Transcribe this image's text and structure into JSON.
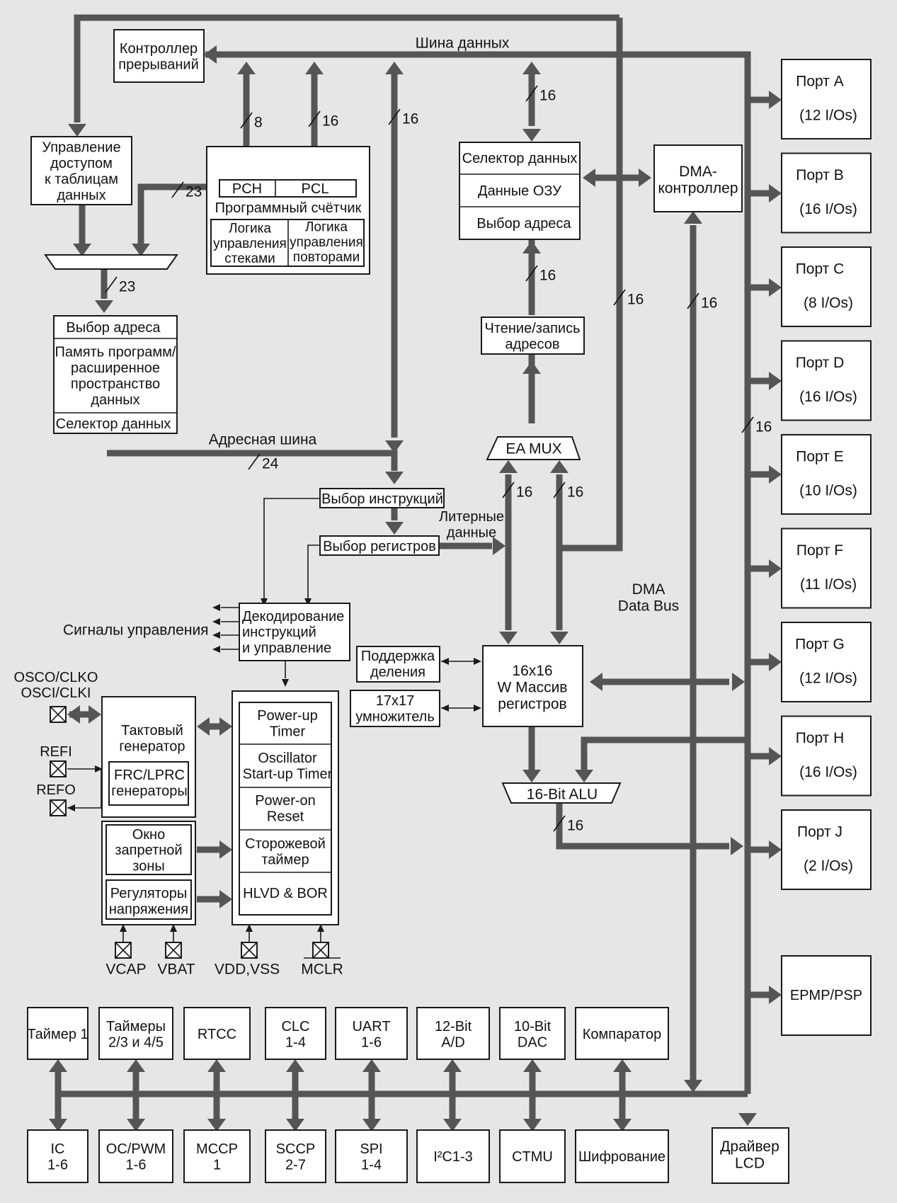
{
  "buses": {
    "data_bus": "Шина данных",
    "address_bus": "Адресная шина",
    "literal_data": [
      "Литерные",
      "данные"
    ],
    "dma_bus": [
      "DMA",
      "Data Bus"
    ],
    "control_signals": "Сигналы управления"
  },
  "widths": {
    "w8": "8",
    "w16": "16",
    "w23": "23",
    "w24": "24"
  },
  "blocks": {
    "interrupt_controller": [
      "Контроллер",
      "прерываний"
    ],
    "table_access": [
      "Управление",
      "доступом",
      "к таблицам",
      "данных"
    ],
    "pch": "PCH",
    "pcl": "PCL",
    "program_counter": "Программный счётчик",
    "stack_logic": [
      "Логика",
      "управления",
      "стеками"
    ],
    "repeat_logic": [
      "Логика",
      "управления",
      "повторами"
    ],
    "prog_addr_select": "Выбор адреса",
    "prog_memory": [
      "Память программ/",
      "расширенное",
      "пространство",
      "данных"
    ],
    "prog_data_select": "Селектор данных",
    "ram_data_select": "Селектор данных",
    "ram_data": "Данные ОЗУ",
    "ram_addr_select": "Выбор адреса",
    "addr_rw": [
      "Чтение/запись",
      "адресов"
    ],
    "dma_controller": [
      "DMA-",
      "контроллер"
    ],
    "ea_mux": "EA MUX",
    "instr_select": "Выбор инструкций",
    "reg_select": "Выбор регистров",
    "instr_decode": [
      "Декодирование",
      "инструкций",
      "и управление"
    ],
    "div_support": [
      "Поддержка",
      "деления"
    ],
    "multiplier": [
      "17x17",
      "умножитель"
    ],
    "w_array": [
      "16x16",
      "W Массив",
      "регистров"
    ],
    "alu": "16-Bit ALU",
    "clock_gen": [
      "Тактовый",
      "генератор"
    ],
    "frc_lprc": [
      "FRC/LPRC",
      "генераторы"
    ],
    "guard_window": [
      "Окно",
      "запретной",
      "зоны"
    ],
    "voltage_reg": [
      "Регуляторы",
      "напряжения"
    ],
    "power_up_timer": [
      "Power-up",
      "Timer"
    ],
    "osc_startup": [
      "Oscillator",
      "Start-up Timer"
    ],
    "power_on_reset": [
      "Power-on",
      "Reset"
    ],
    "watchdog": [
      "Сторожевой",
      "таймер"
    ],
    "hlvd_bor": "HLVD & BOR",
    "epmp_psp": "EPMP/PSP",
    "lcd_driver": [
      "Драйвер",
      "LCD"
    ]
  },
  "pins": {
    "osco": "OSCO/CLKO",
    "osci": "OSCI/CLKI",
    "refi": "REFI",
    "refo": "REFO",
    "vcap": "VCAP",
    "vbat": "VBAT",
    "vddvss": "VDD,VSS",
    "mclr": "MCLR"
  },
  "ports": [
    {
      "name": "Порт A",
      "ios": "(12 I/Os)"
    },
    {
      "name": "Порт B",
      "ios": "(16 I/Os)"
    },
    {
      "name": "Порт C",
      "ios": "(8 I/Os)"
    },
    {
      "name": "Порт D",
      "ios": "(16 I/Os)"
    },
    {
      "name": "Порт E",
      "ios": "(10 I/Os)"
    },
    {
      "name": "Порт F",
      "ios": "(11 I/Os)"
    },
    {
      "name": "Порт G",
      "ios": "(12 I/Os)"
    },
    {
      "name": "Порт H",
      "ios": "(16 I/Os)"
    },
    {
      "name": "Порт J",
      "ios": "(2 I/Os)"
    }
  ],
  "peripherals_top": [
    [
      "Таймер 1"
    ],
    [
      "Таймеры",
      "2/3 и 4/5"
    ],
    [
      "RTCC"
    ],
    [
      "CLC",
      "1-4"
    ],
    [
      "UART",
      "1-6"
    ],
    [
      "12-Bit",
      "A/D"
    ],
    [
      "10-Bit",
      "DAC"
    ],
    [
      "Компаратор"
    ]
  ],
  "peripherals_bottom": [
    [
      "IC",
      "1-6"
    ],
    [
      "OC/PWM",
      "1-6"
    ],
    [
      "MCCP",
      "1"
    ],
    [
      "SCCP",
      "2-7"
    ],
    [
      "SPI",
      "1-4"
    ],
    [
      "I²C1-3"
    ],
    [
      "CTMU"
    ],
    [
      "Шифрование"
    ]
  ]
}
